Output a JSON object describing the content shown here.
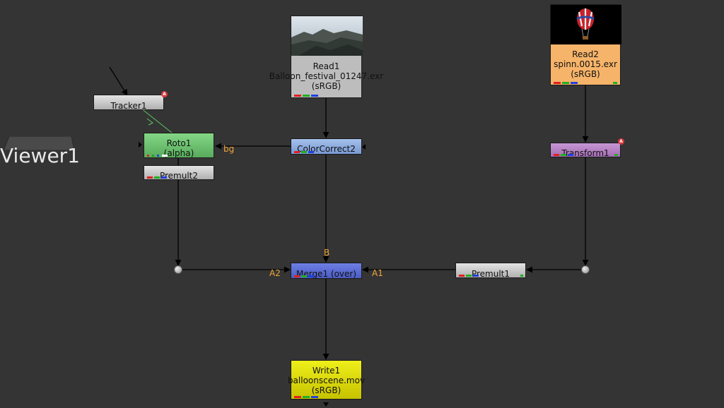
{
  "viewer": {
    "label": "Viewer1"
  },
  "nodes": {
    "read1": {
      "name": "Read1",
      "file": "Balloon_festival_01247.exr",
      "colorspace": "(sRGB)"
    },
    "read2": {
      "name": "Read2",
      "file": "spinn.0015.exr",
      "colorspace": "(sRGB)"
    },
    "tracker1": {
      "name": "Tracker1",
      "badge": "A"
    },
    "roto1": {
      "name": "Roto1",
      "sub": "(alpha)"
    },
    "premult2": {
      "name": "Premult2"
    },
    "colorcorrect2": {
      "name": "ColorCorrect2"
    },
    "transform1": {
      "name": "Transform1",
      "badge": "A"
    },
    "merge1": {
      "name": "Merge1 (over)"
    },
    "premult1": {
      "name": "Premult1"
    },
    "write1": {
      "name": "Write1",
      "file": "balloonscene.mov",
      "colorspace": "(sRGB)"
    }
  },
  "inputs": {
    "roto_bg": "bg",
    "merge_b": "B",
    "merge_a2": "A2",
    "merge_a1": "A1"
  },
  "colors": {
    "background": "#343434",
    "roto": "#6fc573",
    "colorcorrect": "#8eaee2",
    "transform": "#b685c6",
    "merge": "#5a6bd6",
    "write": "#e0dc05",
    "read2": "#f6b46a",
    "input_label": "#f0a638"
  }
}
